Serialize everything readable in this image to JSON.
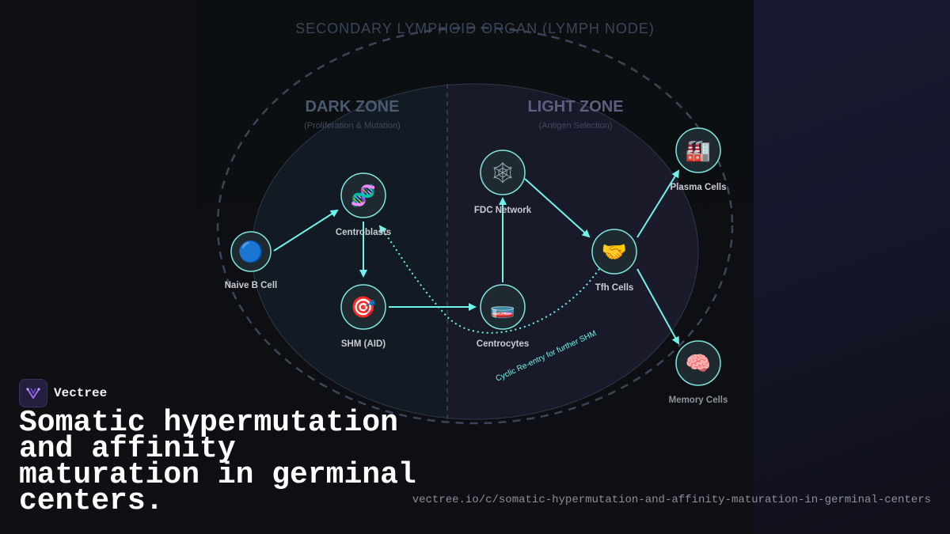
{
  "diagram": {
    "organ_title": "SECONDARY LYMPHOID ORGAN (LYMPH NODE)",
    "dark_zone": {
      "title": "DARK ZONE",
      "subtitle": "(Proliferation & Mutation)"
    },
    "light_zone": {
      "title": "LIGHT ZONE",
      "subtitle": "(Antigen Selection)"
    },
    "nodes": {
      "naive_b": {
        "label": "Naive B Cell",
        "icon": "blue-circle-icon",
        "glyph": "🔵"
      },
      "centroblasts": {
        "label": "Centroblasts",
        "icon": "dna-icon",
        "glyph": "🧬"
      },
      "shm": {
        "label": "SHM (AID)",
        "icon": "target-icon",
        "glyph": "🎯"
      },
      "fdc": {
        "label": "FDC Network",
        "icon": "spider-web-icon",
        "glyph": "🕸"
      },
      "centrocytes": {
        "label": "Centrocytes",
        "icon": "test-tube-icon",
        "glyph": "🧫"
      },
      "tfh": {
        "label": "Tfh Cells",
        "icon": "handshake-icon",
        "glyph": "🤝"
      },
      "plasma": {
        "label": "Plasma Cells",
        "icon": "factory-icon",
        "glyph": "🏭"
      },
      "memory": {
        "label": "Memory Cells",
        "icon": "brain-icon",
        "glyph": "🧠"
      }
    },
    "cyclic_label": "Cyclic Re-entry for further SHM",
    "colors": {
      "accent": "#6ff3ea",
      "dark_zone_title": "#4b5a70",
      "light_zone_title": "#5e5f80"
    }
  },
  "brand": {
    "name": "Vectree",
    "logo_icon": "vectree-logo-icon"
  },
  "headline": "Somatic hypermutation and affinity maturation in germinal centers.",
  "url": "vectree.io/c/somatic-hypermutation-and-affinity-maturation-in-germinal-centers"
}
